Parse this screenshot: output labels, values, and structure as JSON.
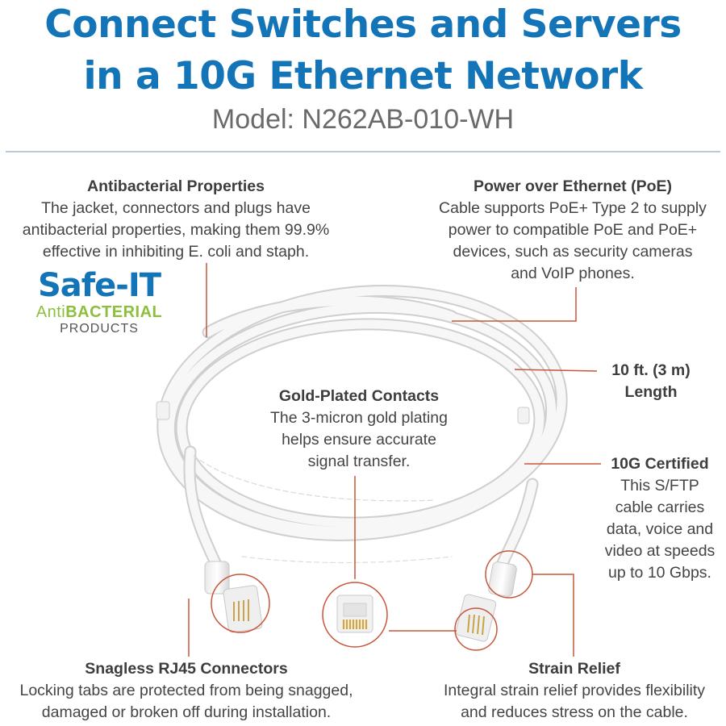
{
  "headline": {
    "line1": "Connect Switches and Servers",
    "line2": "in a 10G Ethernet Network",
    "model": "Model: N262AB-010-WH"
  },
  "logo": {
    "brand": "Safe-IT",
    "sub_prefix": "Anti",
    "sub_bold": "BACTERIAL",
    "products": "PRODUCTS"
  },
  "callouts": {
    "antibacterial": {
      "title": "Antibacterial Properties",
      "lines": [
        "The jacket, connectors and plugs have",
        "antibacterial properties, making them 99.9%",
        "effective in inhibiting E. coli and staph."
      ]
    },
    "poe": {
      "title": "Power over Ethernet (PoE)",
      "lines": [
        "Cable supports PoE+ Type 2 to supply",
        "power to compatible PoE and PoE+",
        "devices, such as security cameras",
        "and VoIP phones."
      ]
    },
    "length": {
      "title_lines": [
        "10 ft. (3 m)",
        "Length"
      ]
    },
    "gold": {
      "title": "Gold-Plated Contacts",
      "lines": [
        "The 3-micron gold plating",
        "helps ensure accurate",
        "signal transfer."
      ]
    },
    "certified": {
      "title": "10G Certified",
      "lines": [
        "This S/FTP",
        "cable carries",
        "data, voice and",
        "video at speeds",
        "up to 10 Gbps."
      ]
    },
    "rj45": {
      "title": "Snagless RJ45 Connectors",
      "lines": [
        "Locking tabs are protected from being snagged,",
        "damaged or broken off during installation."
      ]
    },
    "strain": {
      "title": "Strain Relief",
      "lines": [
        "Integral strain relief provides flexibility",
        "and reduces stress on the cable."
      ]
    }
  },
  "colors": {
    "headline_blue": "#1474b8",
    "callout_line": "#c9553a",
    "logo_green": "#8bbf3c"
  }
}
